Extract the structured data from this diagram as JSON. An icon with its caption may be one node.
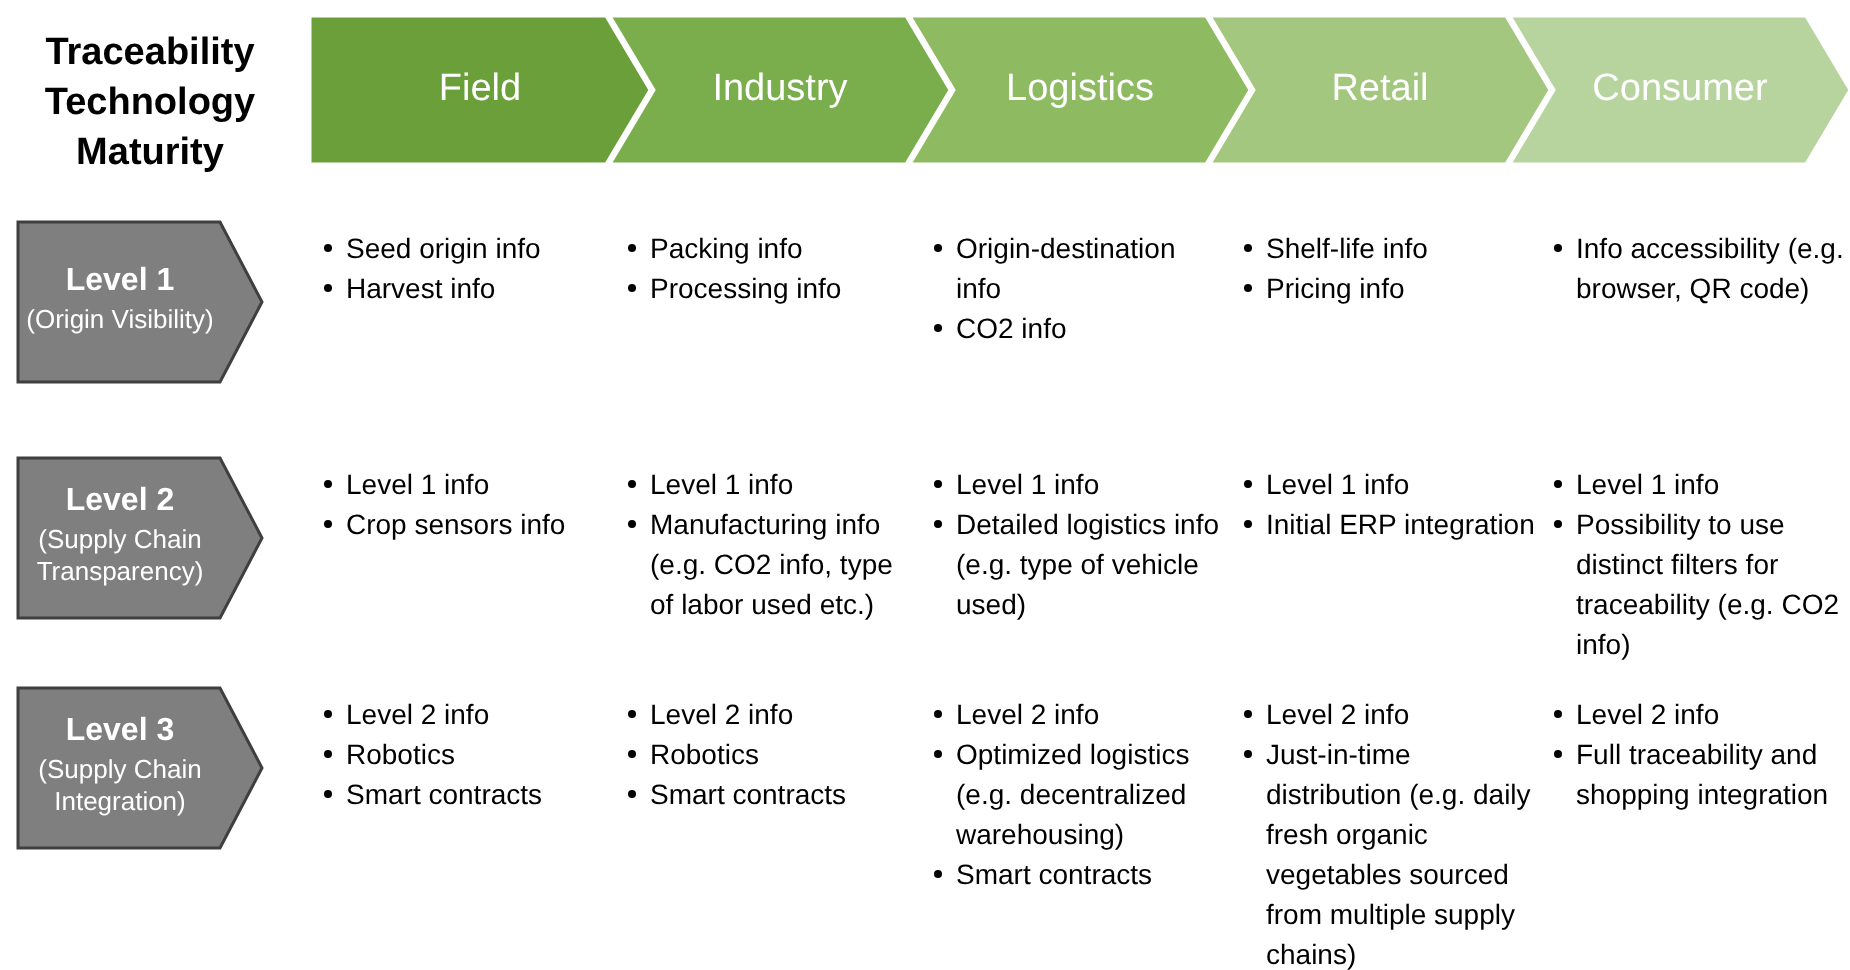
{
  "diagram": {
    "title": "Traceability Technology Maturity",
    "nodes": [
      {
        "text": [
          "Field"
        ]
      },
      {
        "text": [
          "Industry"
        ]
      },
      {
        "text": [
          "Logistics"
        ]
      },
      {
        "text": [
          "Retail"
        ]
      },
      {
        "text": [
          "Consumer"
        ]
      },
      {
        "text": [
          "Level 1",
          "(Origin Visibility)"
        ]
      },
      {
        "text": [
          "Level 2",
          "(Supply Chain Transparency)"
        ]
      },
      {
        "text": [
          "Level 3",
          "(Supply Chain Integration)"
        ]
      }
    ],
    "labels": [
      "Seed origin info",
      "Harvest info",
      "Packing info",
      "Processing info",
      "Origin-destination info",
      "CO2 info",
      "Shelf-life info",
      "Pricing info",
      "Info accessibility (e.g. browser, QR code)",
      "Level 1 info",
      "Crop sensors info",
      "Level 1 info",
      "Manufacturing info (e.g. CO2 info, type of labor used etc.)",
      "Level 1 info",
      "Detailed logistics info (e.g. type of vehicle used)",
      "Level 1 info",
      "Initial ERP integration",
      "Level 1 info",
      "Possibility to use distinct filters for traceability (e.g. CO2 info)",
      "Level 2 info",
      "Robotics",
      "Smart contracts",
      "Level 2 info",
      "Robotics",
      "Smart contracts",
      "Level 2 info",
      "Optimized logistics (e.g. decentralized warehousing)",
      "Smart contracts",
      "Level 2 info",
      "Just-in-time distribution (e.g. daily fresh organic vegetables sourced from multiple supply chains)",
      "Level 2 info",
      "Full traceability and shopping integration"
    ]
  }
}
